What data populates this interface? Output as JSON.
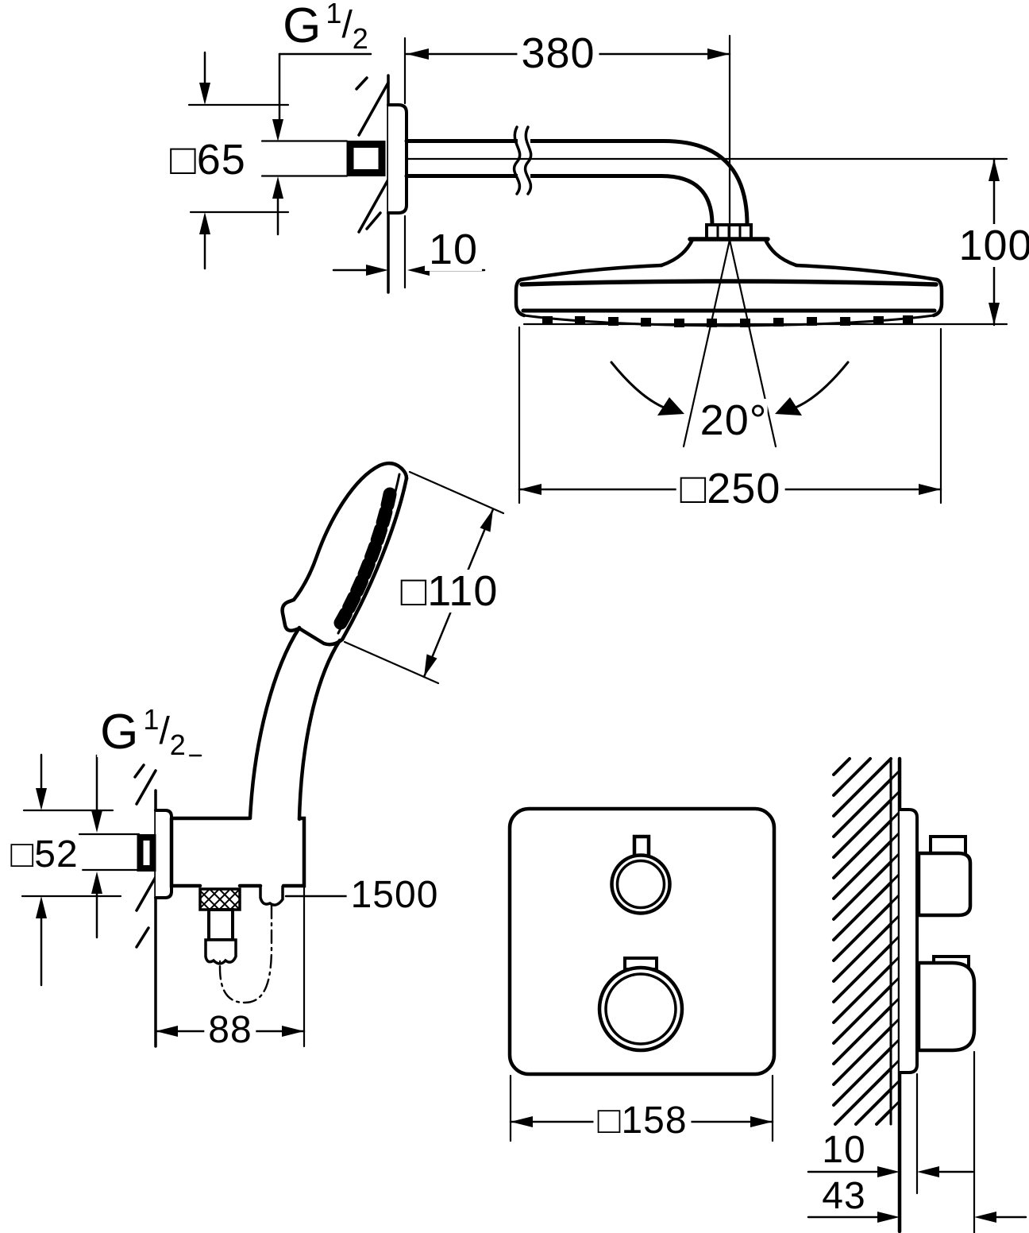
{
  "head_shower_view": {
    "thread_label": {
      "base": "G",
      "numerator": "1",
      "slash": "/",
      "denominator": "2"
    },
    "escutcheon_size": "□65",
    "arm_length": "380",
    "escutcheon_depth": "10",
    "head_height": "100",
    "swivel_angle": "20°",
    "head_width": "□250"
  },
  "hand_shower_view": {
    "head_size": "□110"
  },
  "holder_view": {
    "thread_label": {
      "base": "G",
      "numerator": "1",
      "slash": "/",
      "denominator": "2"
    },
    "escutcheon_size": "□52",
    "hose_length": "1500",
    "holder_width": "88"
  },
  "thermostat_front_view": {
    "plate_size": "□158"
  },
  "thermostat_side_view": {
    "plate_depth": "10",
    "knob_depth": "43"
  },
  "colors": {
    "line": "#000000",
    "background": "#ffffff"
  }
}
